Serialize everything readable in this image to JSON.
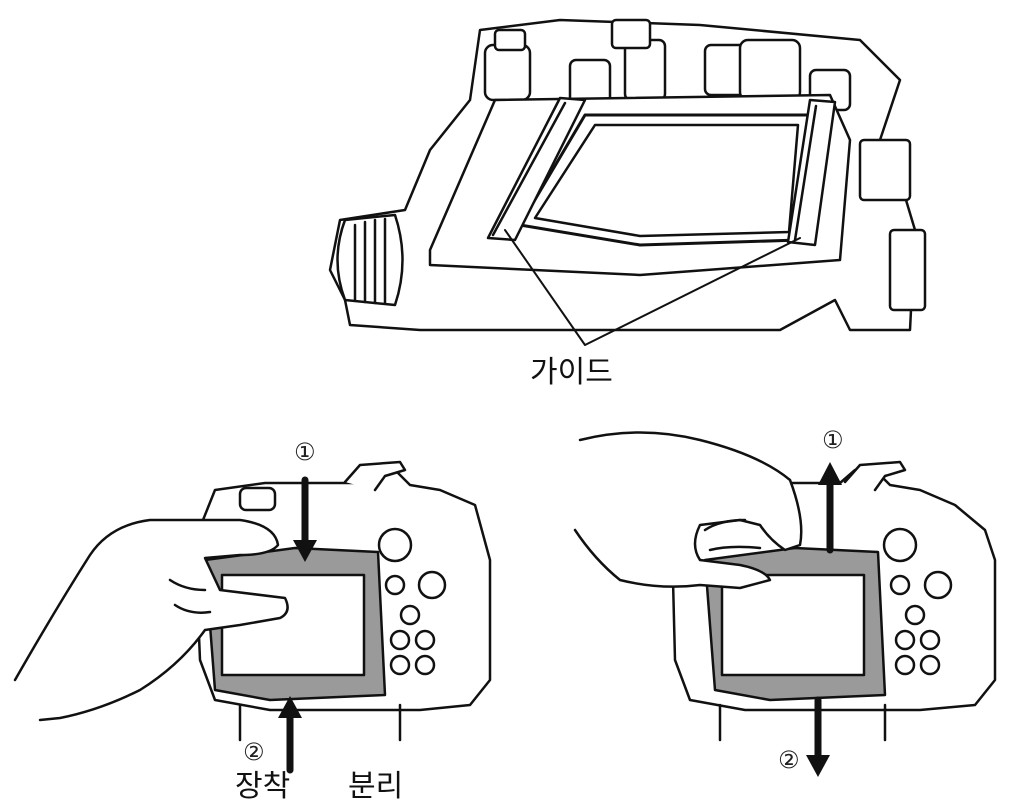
{
  "labels": {
    "guide": "가이드",
    "attach": "장착",
    "detach": "분리"
  },
  "steps": {
    "step1": "①",
    "step2": "②"
  },
  "illustrations": {
    "top": "camera-housing-top-view",
    "left": "hood-attach",
    "right": "hood-detach"
  }
}
